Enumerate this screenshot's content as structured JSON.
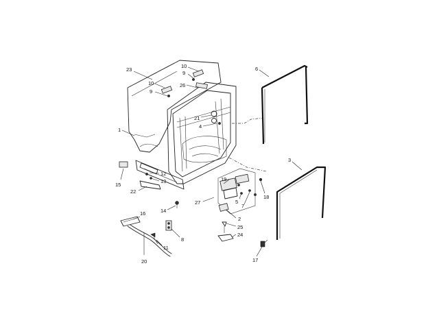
{
  "diagram": {
    "labels": {
      "l1": "1",
      "l2": "2",
      "l3": "3",
      "l4": "4",
      "l5": "5",
      "l6": "6",
      "l7": "7",
      "l8": "8",
      "l9a": "9",
      "l9b": "9",
      "l10a": "10",
      "l10b": "10",
      "l11": "11",
      "l12": "12",
      "l13": "13",
      "l14": "14",
      "l15": "15",
      "l16": "16",
      "l17": "17",
      "l18": "18",
      "l19": "19",
      "l20": "20",
      "l21": "21",
      "l22": "22",
      "l23": "23",
      "l24": "24",
      "l25": "25",
      "l26": "26",
      "l27": "27"
    }
  }
}
